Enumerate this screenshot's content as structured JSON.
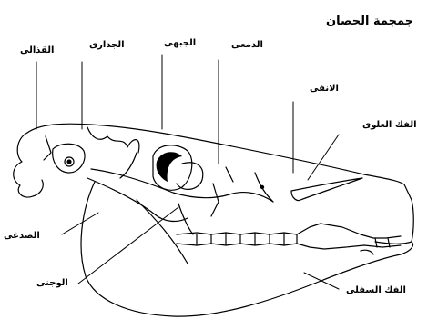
{
  "title": "جمجمة الحصان",
  "labels": {
    "occipital": "القذالى",
    "parietal": "الجدارى",
    "frontal": "الجبهى",
    "lacrimal": "الدمعى",
    "nasal": "الانفى",
    "maxilla": "الفك العلوى",
    "temporal": "الصدغى",
    "zygomatic": "الوجنى",
    "mandible": "الفك السفلى"
  },
  "colors": {
    "ink": "#000000",
    "paper": "#ffffff"
  }
}
